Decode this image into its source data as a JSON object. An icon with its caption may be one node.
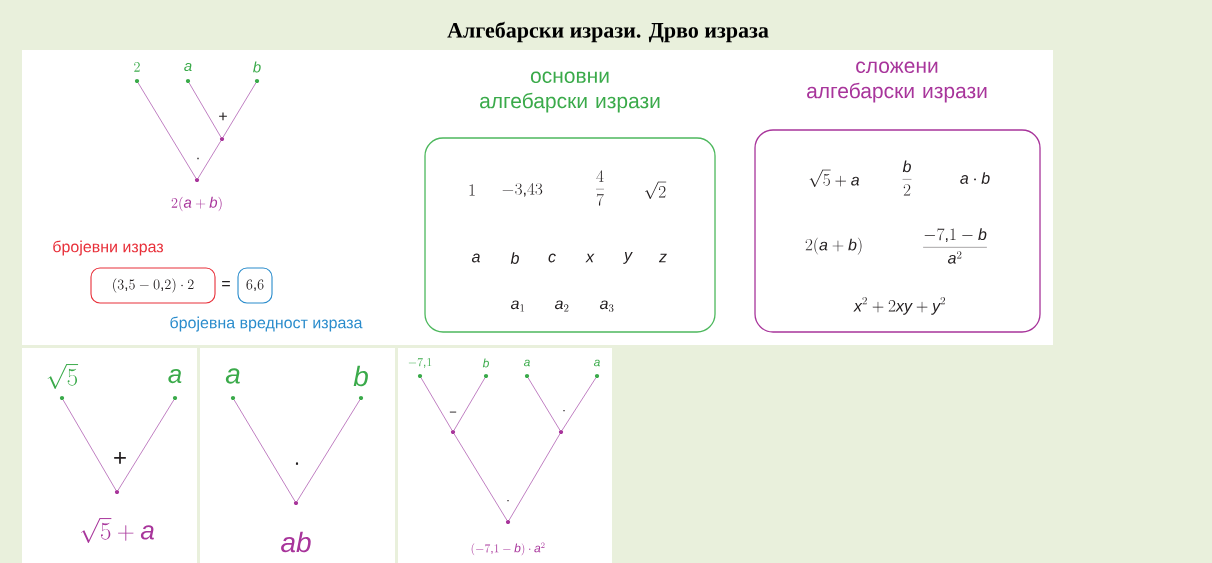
{
  "diagram": {
    "title": "Алгебарски изрази. Дрво израза",
    "nodes": [
      {
        "text": [
          "2"
        ]
      },
      {
        "text": [
          "a"
        ]
      },
      {
        "text": [
          "b"
        ]
      },
      {
        "text": [],
        "shape": "circle",
        "beside": [
          "+"
        ]
      },
      {
        "text": [
          "2(a+b)"
        ],
        "beside": [
          "·"
        ]
      },
      {
        "text": [
          "бројевни израз",
          "(3{,}5-0{,}2)\\cdot 2"
        ]
      },
      {
        "text": [
          "6{,}6",
          "бројевна вредност израза"
        ]
      },
      {
        "text": [
          "основни алгебарски изрази",
          "1",
          "-3{,}43",
          "\\frac{4}{7}",
          "\\sqrt{2}",
          "a",
          "b",
          "c",
          "x",
          "y",
          "z",
          "a_1",
          "a_2",
          "a_3"
        ]
      },
      {
        "text": [
          "сложени алгебарски изрази",
          "\\sqrt{5}+a",
          "\\frac{b}{2}",
          "a\\cdot b",
          "2(a+b)",
          "\\frac{-7{,}1-b}{a^2}",
          "x^2+2xy+y^2"
        ]
      },
      {
        "text": [
          "\\sqrt{5}"
        ]
      },
      {
        "text": [
          "a"
        ]
      },
      {
        "text": [
          "\\sqrt{5}+a"
        ],
        "beside": [
          "+"
        ]
      },
      {
        "text": [
          "a"
        ]
      },
      {
        "text": [
          "b"
        ]
      },
      {
        "text": [
          "ab"
        ],
        "beside": [
          "·"
        ]
      },
      {
        "text": [
          "-7{,}1"
        ]
      },
      {
        "text": [
          "b"
        ]
      },
      {
        "text": [
          "a"
        ]
      },
      {
        "text": [
          "a"
        ]
      },
      {
        "text": [],
        "shape": "circle",
        "beside": [
          "−"
        ]
      },
      {
        "text": [],
        "shape": "circle",
        "beside": [
          "·"
        ]
      },
      {
        "text": [
          "(-7{,}1-b)\\cdot a^2"
        ],
        "beside": [
          "·"
        ]
      }
    ],
    "edges": [
      {
        "from": 0,
        "to": 4,
        "arrow": "none"
      },
      {
        "from": 1,
        "to": 3,
        "arrow": "none"
      },
      {
        "from": 2,
        "to": 3,
        "arrow": "none"
      },
      {
        "from": 3,
        "to": 4,
        "arrow": "none"
      },
      {
        "from": 9,
        "to": 11,
        "arrow": "none"
      },
      {
        "from": 10,
        "to": 11,
        "arrow": "none"
      },
      {
        "from": 12,
        "to": 14,
        "arrow": "none"
      },
      {
        "from": 13,
        "to": 14,
        "arrow": "none"
      },
      {
        "from": 15,
        "to": 19,
        "arrow": "none"
      },
      {
        "from": 16,
        "to": 19,
        "arrow": "none"
      },
      {
        "from": 17,
        "to": 20,
        "arrow": "none"
      },
      {
        "from": 18,
        "to": 20,
        "arrow": "none"
      },
      {
        "from": 19,
        "to": 21,
        "arrow": "none"
      },
      {
        "from": 20,
        "to": 21,
        "arrow": "none"
      }
    ],
    "labels": [
      "="
    ]
  }
}
